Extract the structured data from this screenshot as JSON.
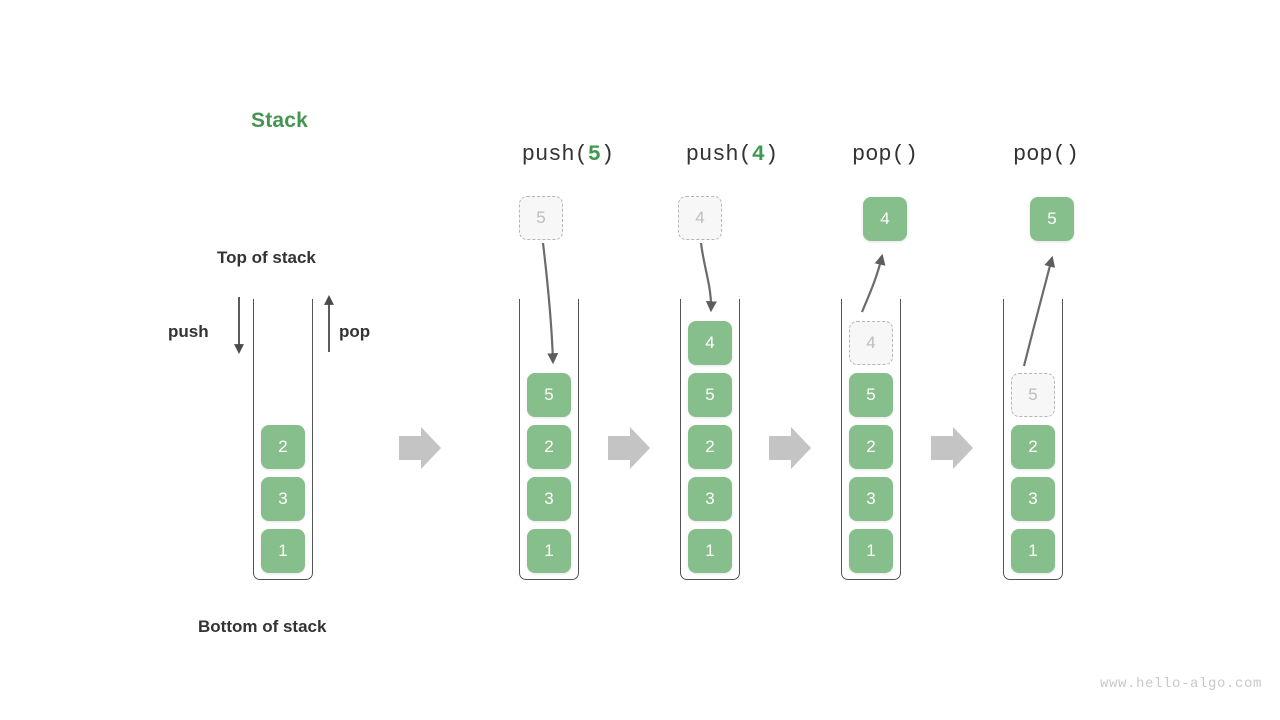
{
  "title": "Stack",
  "title_color": "#449552",
  "labels": {
    "top_of_stack": "Top of stack",
    "bottom_of_stack": "Bottom of stack",
    "push": "push",
    "pop": "pop"
  },
  "watermark": "www.hello-algo.com",
  "colors": {
    "cell_fill": "#86bf8b",
    "cell_text": "#ffffff",
    "ghost_fill": "#f7f7f7",
    "ghost_border": "#b6b6b6",
    "ghost_text": "#bdbdbd",
    "arrow_gray": "#c4c4c4",
    "curve_arrow": "#666666",
    "container_border": "#555555",
    "accent_green": "#3f9a4f",
    "text_dark": "#333333"
  },
  "steps": [
    {
      "id": "initial",
      "header_prefix": "",
      "header_arg": "",
      "header_suffix": "",
      "cells": [
        "2",
        "3",
        "1"
      ],
      "ghost_index": -1,
      "float_cell": null,
      "float_kind": null
    },
    {
      "id": "push-5",
      "header_prefix": "push(",
      "header_arg": "5",
      "header_suffix": ")",
      "cells": [
        "5",
        "2",
        "3",
        "1"
      ],
      "ghost_index": -1,
      "float_cell": "5",
      "float_kind": "ghost"
    },
    {
      "id": "push-4",
      "header_prefix": "push(",
      "header_arg": "4",
      "header_suffix": ")",
      "cells": [
        "4",
        "5",
        "2",
        "3",
        "1"
      ],
      "ghost_index": -1,
      "float_cell": "4",
      "float_kind": "ghost"
    },
    {
      "id": "pop-1",
      "header_prefix": "pop(",
      "header_arg": "",
      "header_suffix": ")",
      "cells": [
        "4",
        "5",
        "2",
        "3",
        "1"
      ],
      "ghost_index": 0,
      "float_cell": "4",
      "float_kind": "solid"
    },
    {
      "id": "pop-2",
      "header_prefix": "pop(",
      "header_arg": "",
      "header_suffix": ")",
      "cells": [
        "5",
        "2",
        "3",
        "1"
      ],
      "ghost_index": 0,
      "float_cell": "5",
      "float_kind": "solid"
    }
  ],
  "transition_arrows": [
    {
      "label": "transition-arrow-1"
    },
    {
      "label": "transition-arrow-2"
    },
    {
      "label": "transition-arrow-3"
    },
    {
      "label": "transition-arrow-4"
    }
  ]
}
